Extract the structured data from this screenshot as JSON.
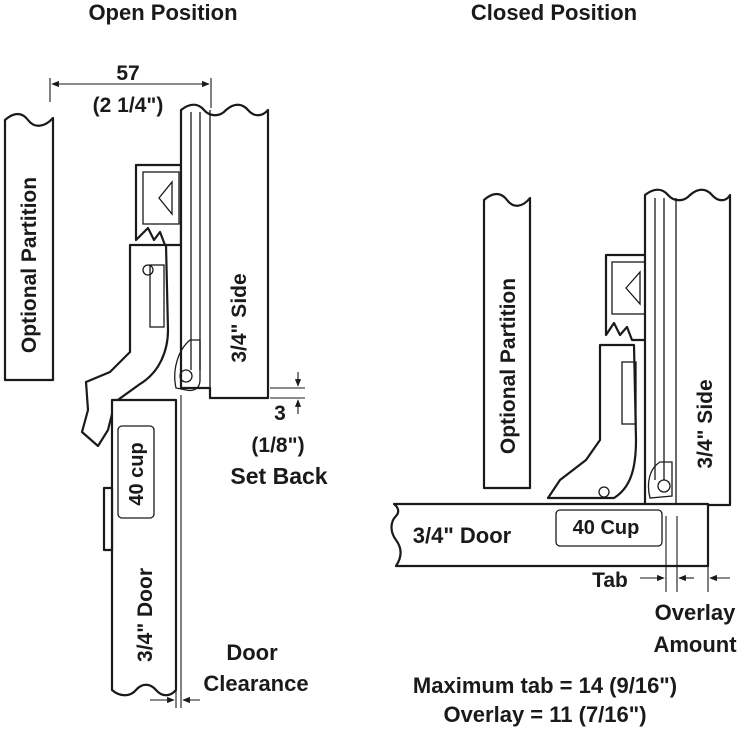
{
  "open": {
    "title": "Open Position",
    "dim_value": "57",
    "dim_imperial": "(2 1/4\")",
    "partition": "Optional Partition",
    "side": "3/4\" Side",
    "cup": "40 cup",
    "door": "3/4\" Door",
    "setback_value": "3",
    "setback_imperial": "(1/8\")",
    "setback_label": "Set Back",
    "clearance_line1": "Door",
    "clearance_line2": "Clearance"
  },
  "closed": {
    "title": "Closed Position",
    "partition": "Optional Partition",
    "side": "3/4\" Side",
    "door": "3/4\" Door",
    "cup": "40 Cup",
    "tab_label": "Tab",
    "overlay_line1": "Overlay",
    "overlay_line2": "Amount"
  },
  "notes": {
    "max_tab": "Maximum tab = 14 (9/16\")",
    "overlay": "Overlay = 11 (7/16\")"
  }
}
